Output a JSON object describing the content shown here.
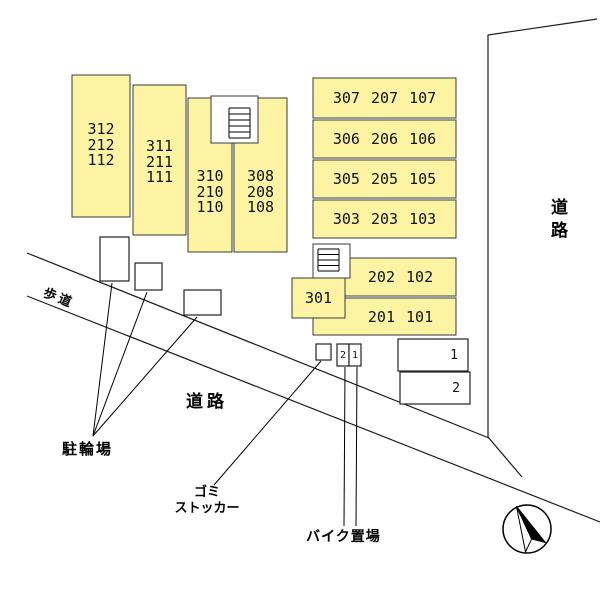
{
  "colors": {
    "building_fill": "#FCF4A3",
    "outline": "#1A1A1A"
  },
  "buildings": {
    "block_a": {
      "lines": [
        "312",
        "212",
        "112"
      ]
    },
    "block_b": {
      "lines": [
        "311",
        "211",
        "111"
      ]
    },
    "block_c": {
      "lines": [
        "310",
        "210",
        "110"
      ]
    },
    "block_d": {
      "lines": [
        "308",
        "208",
        "108"
      ]
    },
    "rows": [
      "307 207 107",
      "306 206 106",
      "305 205 105",
      "303 203 103"
    ],
    "room_202": "202 102",
    "room_301": "301",
    "room_201": "201 101"
  },
  "labels": {
    "road_right": "道路",
    "road_bottom": "道路",
    "sidewalk": "歩道",
    "bicycle_parking": "駐輪場",
    "garbage_line1": "ゴミ",
    "garbage_line2": "ストッカー",
    "bike_parking": "バイク置場"
  },
  "parking": {
    "space_1": "1",
    "space_2": "2"
  },
  "bike_spaces": {
    "left_box": "2",
    "right_box": "1"
  }
}
